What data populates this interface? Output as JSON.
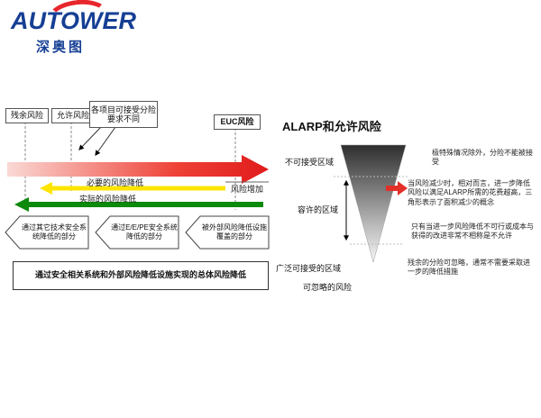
{
  "logo": {
    "brand": "AUTOWER",
    "subtitle": "深奥图"
  },
  "colors": {
    "logo_blue": "#163f94",
    "logo_red": "#e8262d",
    "arrow_red": "#e01b1b",
    "arrow_yellow": "#ffe400",
    "arrow_green": "#0c8a0c"
  },
  "left_diagram": {
    "boxes": {
      "residual": "残余风险",
      "tolerable": "允许风险",
      "note": "各项目可接受分险要求不同",
      "euc": "EUC风险"
    },
    "labels": {
      "risk_increase": "风险增加",
      "necessary_reduction": "必要的风险降低",
      "actual_reduction": "实际的风险降低"
    },
    "reduction_arrows": [
      "通过其它技术安全系统降低的部分",
      "通过E/E/PE安全系统降低的部分",
      "被外部风险降低设施覆盖的部分"
    ],
    "summary": "通过安全相关系统和外部风险降低设施实现的总体风险降低"
  },
  "right_diagram": {
    "title": "ALARP和允许风险",
    "regions": {
      "unacceptable": "不可接受区域",
      "tolerable": "容许的区域",
      "broadly_acceptable": "广泛可接受的区域",
      "negligible": "可忽略的风险"
    },
    "annotations": [
      "极特殊情况除外，分险不能被接受",
      "当风险减少时，相对而言，进一步降低风险以满足ALARP所需的花费越高，三角形表示了面积减少的概念",
      "只有当进一步风险降低不可行或成本与获得的改进非常不相称是不允许",
      "残余的分险可忽略，通常不需要采取进一步的降低措施"
    ]
  }
}
